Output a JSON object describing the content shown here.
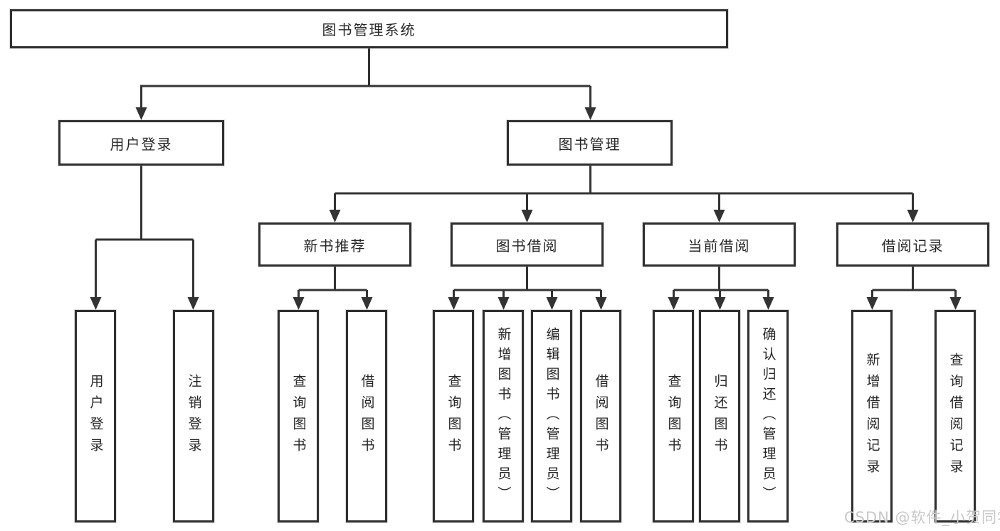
{
  "diagram": {
    "root": "图书管理系统",
    "level2": [
      "用户登录",
      "图书管理"
    ],
    "level3": [
      "新书推荐",
      "图书借阅",
      "当前借阅",
      "借阅记录"
    ],
    "user_login_children": [
      "用户登录",
      "注销登录"
    ],
    "new_book_children": [
      "查询图书",
      "借阅图书"
    ],
    "book_borrow_children": [
      "查询图书",
      "新增图书（管理员）",
      "编辑图书（管理员）",
      "借阅图书"
    ],
    "current_borrow_children": [
      "查询图书",
      "归还图书",
      "确认归还（管理员）"
    ],
    "borrow_record_children": [
      "新增借阅记录",
      "查询借阅记录"
    ]
  },
  "watermark": {
    "text": "CSDN @软件_小贺同学",
    "color": "#c8c8c8"
  },
  "colors": {
    "line": "#333333",
    "box_border": "#303030",
    "text": "#262626",
    "background": "#ffffff"
  }
}
